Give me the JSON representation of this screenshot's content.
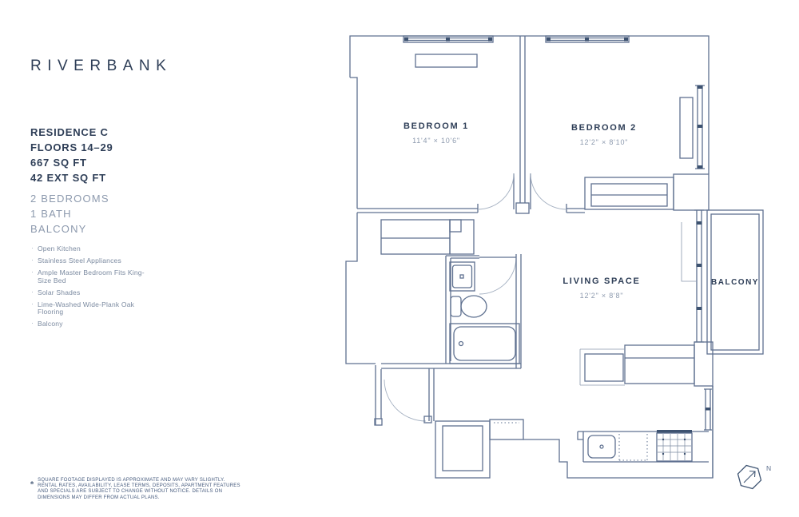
{
  "brand": {
    "logo": "RIVERBANK"
  },
  "residence": {
    "name": "RESIDENCE C",
    "floors": "FLOORS 14–29",
    "area": "667 SQ FT",
    "ext_area": "42 EXT SQ FT",
    "layout": {
      "bedrooms": "2 BEDROOMS",
      "bath": "1 BATH",
      "balcony": "BALCONY"
    }
  },
  "features": [
    "Open Kitchen",
    "Stainless Steel Appliances",
    "Ample Master Bedroom Fits King-Size Bed",
    "Solar Shades",
    "Lime-Washed Wide-Plank Oak Flooring",
    "Balcony"
  ],
  "floorplan": {
    "rooms": [
      {
        "name": "BEDROOM 1",
        "dims": "11'4\" × 10'6\""
      },
      {
        "name": "BEDROOM 2",
        "dims": "12'2\" × 8'10\""
      },
      {
        "name": "LIVING SPACE",
        "dims": "12'2\" × 8'8\""
      },
      {
        "name": "BALCONY"
      }
    ],
    "compass_label": "N"
  },
  "disclaimer": "SQUARE FOOTAGE DISPLAYED IS APPROXIMATE AND MAY VARY SLIGHTLY. RENTAL RATES, AVAILABILITY, LEASE TERMS, DEPOSITS, APARTMENT FEATURES AND SPECIALS ARE SUBJECT TO CHANGE WITHOUT NOTICE. DETAILS ON DIMENSIONS MAY DIFFER FROM ACTUAL PLANS.",
  "colors": {
    "navy": "#2e3e57",
    "muted": "#8d9aae",
    "line": "#5f7190"
  }
}
